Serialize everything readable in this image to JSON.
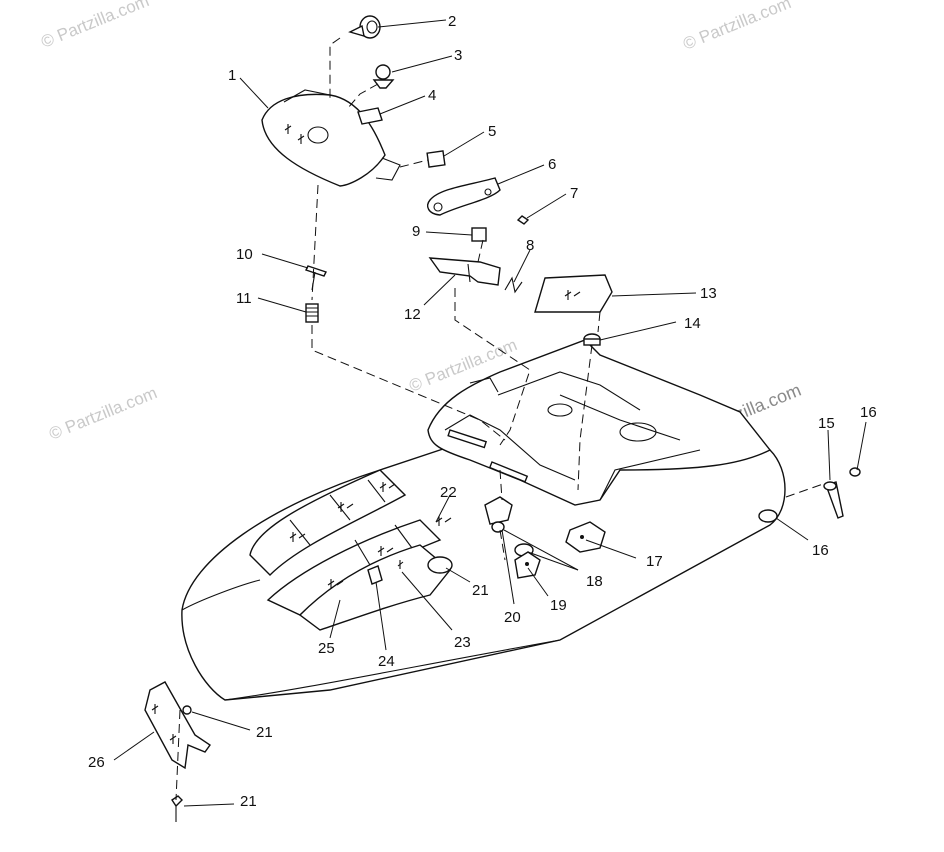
{
  "watermarks": {
    "top_left": "© Partzilla.com",
    "top_right": "© Partzilla.com",
    "mid_left": "© Partzilla.com",
    "mid_center": "© Partzilla.com",
    "mid_right": "© Partzilla.com"
  },
  "callouts": [
    {
      "id": "c1",
      "text": "1"
    },
    {
      "id": "c2",
      "text": "2"
    },
    {
      "id": "c3",
      "text": "3"
    },
    {
      "id": "c4",
      "text": "4"
    },
    {
      "id": "c5",
      "text": "5"
    },
    {
      "id": "c6",
      "text": "6"
    },
    {
      "id": "c7",
      "text": "7"
    },
    {
      "id": "c8",
      "text": "8"
    },
    {
      "id": "c9",
      "text": "9"
    },
    {
      "id": "c10",
      "text": "10"
    },
    {
      "id": "c11",
      "text": "11"
    },
    {
      "id": "c12",
      "text": "12"
    },
    {
      "id": "c13",
      "text": "13"
    },
    {
      "id": "c14",
      "text": "14"
    },
    {
      "id": "c15",
      "text": "15"
    },
    {
      "id": "c16a",
      "text": "16"
    },
    {
      "id": "c16b",
      "text": "16"
    },
    {
      "id": "c17",
      "text": "17"
    },
    {
      "id": "c18",
      "text": "18"
    },
    {
      "id": "c19",
      "text": "19"
    },
    {
      "id": "c20",
      "text": "20"
    },
    {
      "id": "c21a",
      "text": "21"
    },
    {
      "id": "c21b",
      "text": "21"
    },
    {
      "id": "c21c",
      "text": "21"
    },
    {
      "id": "c22",
      "text": "22"
    },
    {
      "id": "c23",
      "text": "23"
    },
    {
      "id": "c24",
      "text": "24"
    },
    {
      "id": "c25",
      "text": "25"
    },
    {
      "id": "c26",
      "text": "26"
    }
  ]
}
